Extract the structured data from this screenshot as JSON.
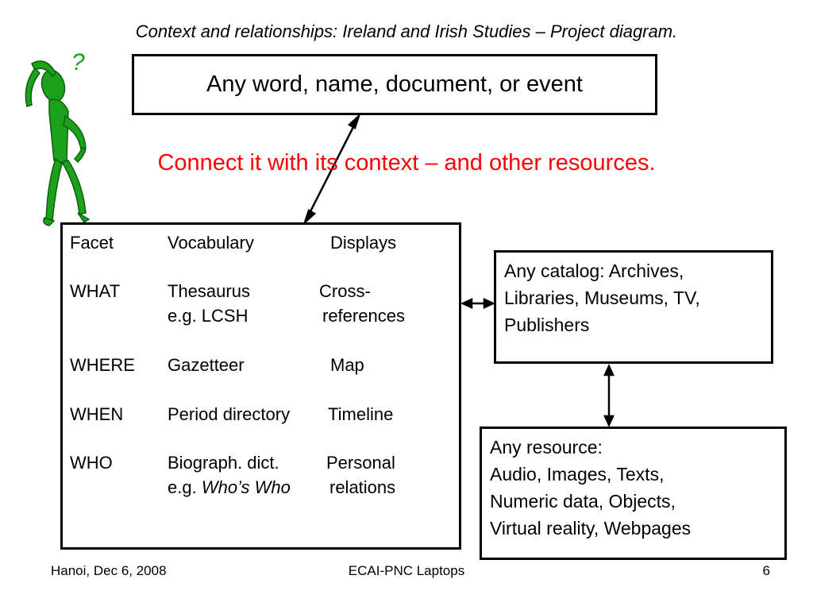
{
  "slide": {
    "title": "Context and relationships: Ireland and Irish Studies – Project diagram.",
    "subtitle": "Connect it with its context – and other resources.",
    "top_box": "Any word, name, document, or event",
    "facets": {
      "headers": [
        "Facet",
        "Vocabulary",
        "Displays"
      ],
      "rows": [
        {
          "facet": "WHAT",
          "vocab": "Thesaurus",
          "vocab2": "e.g. LCSH",
          "display": "Cross-",
          "display2": "references"
        },
        {
          "facet": "WHERE",
          "vocab": "Gazetteer",
          "display": "Map"
        },
        {
          "facet": "WHEN",
          "vocab": "Period directory",
          "display": "Timeline"
        },
        {
          "facet": "WHO",
          "vocab": "Biograph. dict.",
          "vocab2_prefix": "e.g.",
          "vocab2_italic": "Who’s Who",
          "display": "Personal",
          "display2": "relations"
        }
      ]
    },
    "catalog_box": [
      "Any catalog: Archives,",
      "Libraries, Museums,  TV,",
      "Publishers"
    ],
    "resource_box": [
      "Any resource:",
      "Audio, Images, Texts,",
      "Numeric data, Objects,",
      "Virtual reality, Webpages"
    ],
    "question_mark": "?",
    "footer": {
      "left": "Hanoi, Dec 6, 2008",
      "center": "ECAI-PNC Laptops",
      "right": "6"
    }
  },
  "colors": {
    "subtitle": "#ff0000",
    "figure": "#1ca11c",
    "text": "#000000"
  }
}
